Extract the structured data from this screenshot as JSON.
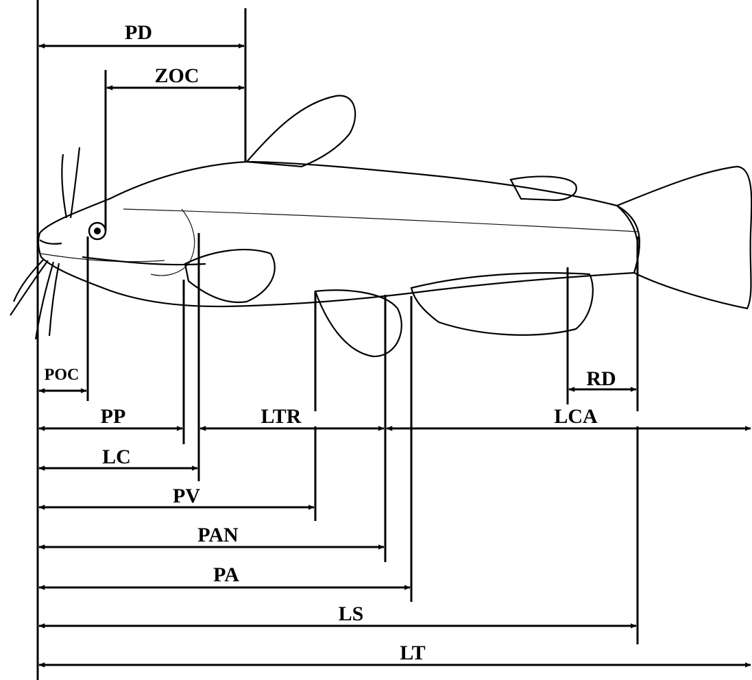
{
  "diagram": {
    "labels": {
      "pd": "PD",
      "zoc": "ZOC",
      "poc": "POC",
      "pp": "PP",
      "ltr": "LTR",
      "lca": "LCA",
      "rd": "RD",
      "lc": "LC",
      "pv": "PV",
      "pan": "PAN",
      "pa": "PA",
      "ls": "LS",
      "lt": "LT"
    },
    "colors": {
      "ink": "#000000",
      "body_fill": "#efefef",
      "fin_fill": "#d6d6d6",
      "background": "#ffffff"
    }
  }
}
